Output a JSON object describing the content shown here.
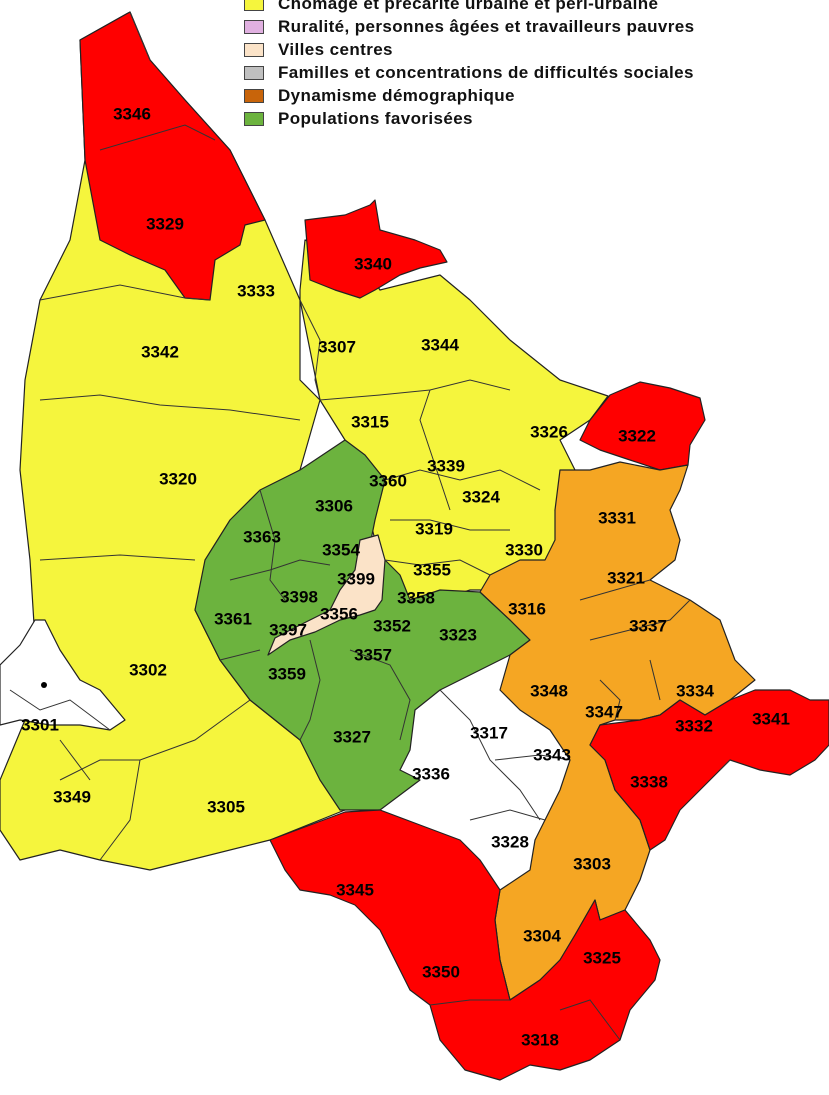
{
  "colors": {
    "chomage": "#f5f53d",
    "ruralite": "#e0b0e0",
    "villes_centres": "#fbe3c8",
    "familles": "#c0c0c0",
    "dynamisme": "#f5a623",
    "favorisees": "#6cb33e",
    "high": "#ff0000",
    "water": "#ffffff",
    "border": "#222222"
  },
  "legend": [
    {
      "label": "Chômage et précarité urbaine et péri-urbaine",
      "color": "#f5f53d"
    },
    {
      "label": "Ruralité, personnes âgées et travailleurs pauvres",
      "color": "#e0b0e0"
    },
    {
      "label": "Villes centres",
      "color": "#fbe3c8"
    },
    {
      "label": "Familles et concentrations de difficultés sociales",
      "color": "#c0c0c0"
    },
    {
      "label": "Dynamisme démographique",
      "color": "#c8640a"
    },
    {
      "label": "Populations favorisées",
      "color": "#6cb33e"
    }
  ],
  "zones": [
    {
      "code": "3346",
      "class": "high"
    },
    {
      "code": "3329",
      "class": "high"
    },
    {
      "code": "3340",
      "class": "high"
    },
    {
      "code": "3333",
      "class": "chomage"
    },
    {
      "code": "3342",
      "class": "chomage"
    },
    {
      "code": "3307",
      "class": "chomage"
    },
    {
      "code": "3344",
      "class": "chomage"
    },
    {
      "code": "3315",
      "class": "chomage"
    },
    {
      "code": "3326",
      "class": "chomage"
    },
    {
      "code": "3322",
      "class": "high"
    },
    {
      "code": "3320",
      "class": "chomage"
    },
    {
      "code": "3360",
      "class": "chomage"
    },
    {
      "code": "3339",
      "class": "chomage"
    },
    {
      "code": "3324",
      "class": "chomage"
    },
    {
      "code": "3306",
      "class": "favorisees"
    },
    {
      "code": "3331",
      "class": "dynamisme"
    },
    {
      "code": "3363",
      "class": "favorisees"
    },
    {
      "code": "3354",
      "class": "favorisees"
    },
    {
      "code": "3319",
      "class": "chomage"
    },
    {
      "code": "3330",
      "class": "chomage"
    },
    {
      "code": "3399",
      "class": "villes_centres"
    },
    {
      "code": "3355",
      "class": "chomage"
    },
    {
      "code": "3321",
      "class": "dynamisme"
    },
    {
      "code": "3398",
      "class": "favorisees"
    },
    {
      "code": "3358",
      "class": "chomage"
    },
    {
      "code": "3316",
      "class": "dynamisme"
    },
    {
      "code": "3361",
      "class": "favorisees"
    },
    {
      "code": "3397",
      "class": "villes_centres"
    },
    {
      "code": "3356",
      "class": "villes_centres"
    },
    {
      "code": "3352",
      "class": "favorisees"
    },
    {
      "code": "3323",
      "class": "favorisees"
    },
    {
      "code": "3337",
      "class": "dynamisme"
    },
    {
      "code": "3302",
      "class": "chomage"
    },
    {
      "code": "3359",
      "class": "favorisees"
    },
    {
      "code": "3357",
      "class": "favorisees"
    },
    {
      "code": "3348",
      "class": "dynamisme"
    },
    {
      "code": "3334",
      "class": "dynamisme"
    },
    {
      "code": "3347",
      "class": "dynamisme"
    },
    {
      "code": "3301",
      "class": "chomage"
    },
    {
      "code": "3327",
      "class": "favorisees"
    },
    {
      "code": "3317",
      "class": "chomage"
    },
    {
      "code": "3332",
      "class": "high"
    },
    {
      "code": "3341",
      "class": "high"
    },
    {
      "code": "3343",
      "class": "chomage"
    },
    {
      "code": "3336",
      "class": "chomage"
    },
    {
      "code": "3349",
      "class": "chomage"
    },
    {
      "code": "3305",
      "class": "chomage"
    },
    {
      "code": "3338",
      "class": "high"
    },
    {
      "code": "3328",
      "class": "chomage"
    },
    {
      "code": "3303",
      "class": "dynamisme"
    },
    {
      "code": "3345",
      "class": "high"
    },
    {
      "code": "3304",
      "class": "dynamisme"
    },
    {
      "code": "3325",
      "class": "high"
    },
    {
      "code": "3350",
      "class": "high"
    },
    {
      "code": "3318",
      "class": "high"
    }
  ]
}
